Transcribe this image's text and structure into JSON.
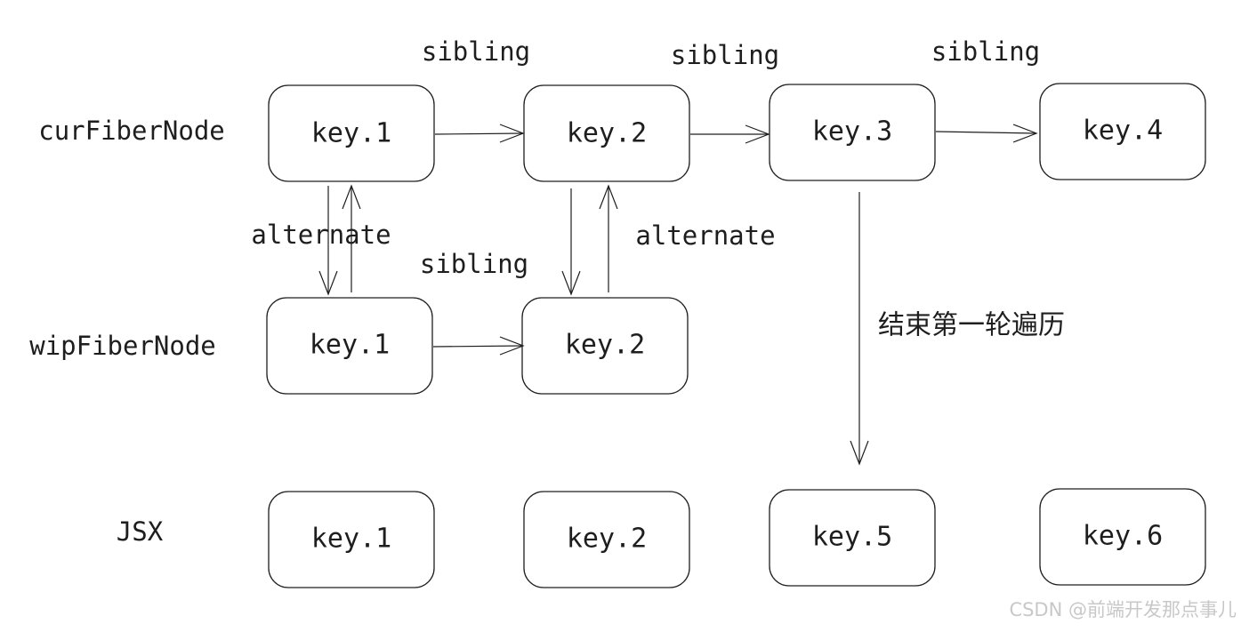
{
  "rows": {
    "cur": "curFiberNode",
    "wip": "wipFiberNode",
    "jsx": "JSX"
  },
  "nodes": {
    "cur_1": "key.1",
    "cur_2": "key.2",
    "cur_3": "key.3",
    "cur_4": "key.4",
    "wip_1": "key.1",
    "wip_2": "key.2",
    "jsx_1": "key.1",
    "jsx_2": "key.2",
    "jsx_5": "key.5",
    "jsx_6": "key.6"
  },
  "edges": {
    "sibling_cur_1_2": "sibling",
    "sibling_cur_2_3": "sibling",
    "sibling_cur_3_4": "sibling",
    "sibling_wip_1_2": "sibling",
    "alternate_1": "alternate",
    "alternate_2": "alternate",
    "end_first_round": "结束第一轮遍历"
  },
  "watermark": "CSDN @前端开发那点事儿"
}
